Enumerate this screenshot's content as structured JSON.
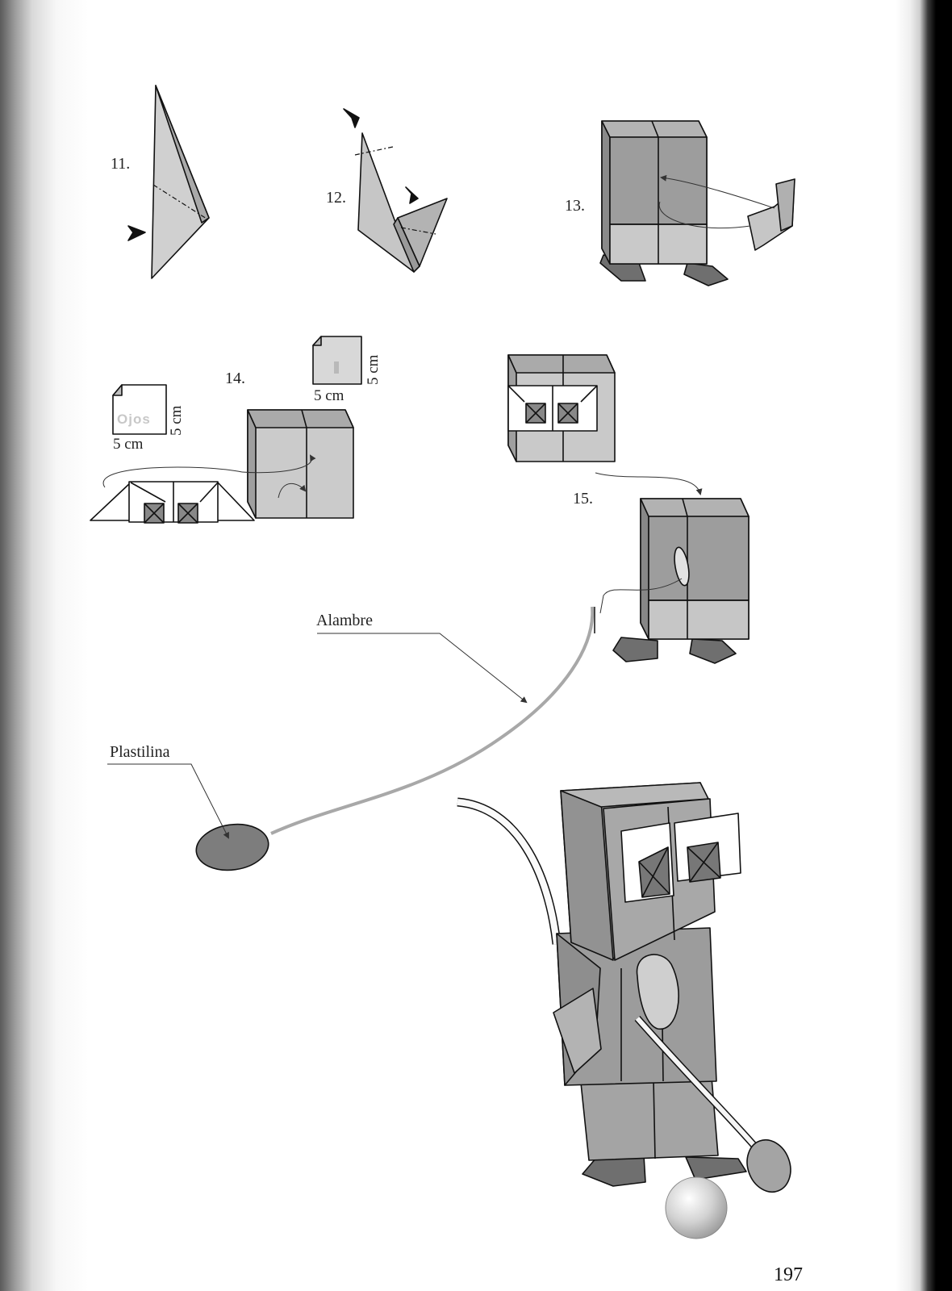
{
  "steps": {
    "s11": "11.",
    "s12": "12.",
    "s13": "13.",
    "s14": "14.",
    "s15": "15."
  },
  "dimensions": {
    "width_left": "5 cm",
    "height_left": "5 cm",
    "width_top": "5 cm",
    "height_top": "5 cm"
  },
  "paper_label": "Ojos",
  "labels": {
    "wire": "Alambre",
    "clay": "Plastilina"
  },
  "page_number": "197",
  "colors": {
    "paper_grey": "#9d9d9d",
    "paper_light": "#c9c9c9",
    "paper_dark": "#6f6f6f",
    "line": "#111111",
    "wire": "#a8a8a8"
  }
}
